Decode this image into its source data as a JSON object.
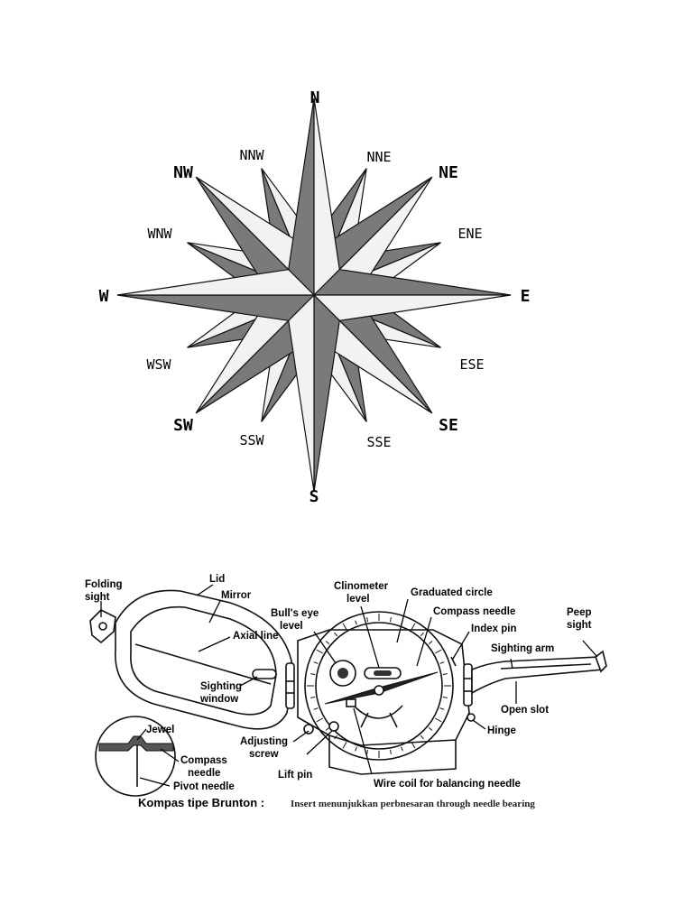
{
  "compass_rose": {
    "cardinal": [
      "N",
      "E",
      "S",
      "W"
    ],
    "intercardinal": [
      "NE",
      "SE",
      "SW",
      "NW"
    ],
    "secondary": [
      "NNE",
      "ENE",
      "ESE",
      "SSE",
      "SSW",
      "WSW",
      "WNW",
      "NNW"
    ],
    "colors": {
      "dark": "#7a7a7a",
      "light": "#f2f2f2",
      "outline": "#111111"
    }
  },
  "brunton": {
    "labels": {
      "folding_sight": [
        "Folding",
        "sight"
      ],
      "lid": "Lid",
      "mirror": "Mirror",
      "axial_line": "Axial line",
      "sighting_window": [
        "Sighting",
        "window"
      ],
      "bulls_eye_level": [
        "Bull's eye",
        "level"
      ],
      "clinometer_level": [
        "Clinometer",
        "level"
      ],
      "graduated_circle": "Graduated circle",
      "compass_needle": "Compass needle",
      "index_pin": "Index pin",
      "sighting_arm": "Sighting arm",
      "peep_sight": [
        "Peep",
        "sight"
      ],
      "open_slot": "Open slot",
      "hinge": "Hinge",
      "adjusting_screw": [
        "Adjusting",
        "screw"
      ],
      "lift_pin": "Lift pin",
      "wire_coil": "Wire coil for balancing needle",
      "jewel": "Jewel",
      "inset_compass_needle": [
        "Compass",
        "needle"
      ],
      "pivot_needle": "Pivot needle"
    },
    "caption": {
      "title": "Kompas tipe Brunton :",
      "subtitle": "Insert menunjukkan perbnesaran through needle bearing"
    }
  }
}
